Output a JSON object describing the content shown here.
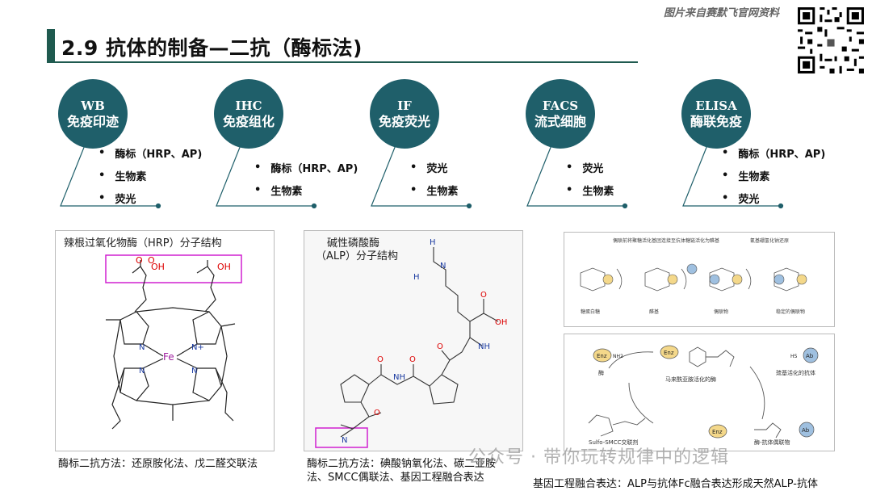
{
  "header": {
    "title": "2.9 抗体的制备—二抗（酶标法)",
    "watermark": "图片来自赛默飞官网资料"
  },
  "methods": [
    {
      "abbr": "WB",
      "name": "免疫印迹",
      "items": [
        "酶标（HRP、AP)",
        "生物素",
        "荧光"
      ]
    },
    {
      "abbr": "IHC",
      "name": "免疫组化",
      "items": [
        "酶标（HRP、AP)",
        "生物素"
      ]
    },
    {
      "abbr": "IF",
      "name": "免疫荧光",
      "items": [
        "荧光",
        "生物素"
      ]
    },
    {
      "abbr": "FACS",
      "name": "流式细胞",
      "items": [
        "荧光",
        "生物素"
      ]
    },
    {
      "abbr": "ELISA",
      "name": "酶联免疫",
      "items": [
        "酶标（HRP、AP)",
        "生物素",
        "荧光"
      ]
    }
  ],
  "panels": {
    "hrp": {
      "title": "辣根过氧化物酶（HRP）分子结构",
      "caption": "酶标二抗方法：还原胺化法、戊二醛交联法",
      "atoms": {
        "fe": "Fe",
        "n": "N",
        "oh": "OH",
        "o": "O",
        "nplus": "N+"
      }
    },
    "alp": {
      "title_line1": "碱性磷酸酶",
      "title_line2": "（ALP）分子结构",
      "caption_line1": "酶标二抗方法：碘酸钠氧化法、碳二亚胺",
      "caption_line2": "法、SMCC偶联法、基因工程融合表达",
      "atoms": {
        "h": "H",
        "n": "N",
        "o": "O",
        "oh": "OH",
        "nh": "NH"
      }
    },
    "fusion": {
      "caption": "基因工程融合表达：ALP与抗体Fc融合表达形成天然ALP-抗体",
      "top_labels": [
        "偶联前将聚糖活化基团连接至抗体",
        "糖链活化为醛基",
        "氰基硼氢化钠还原"
      ],
      "top_sub": [
        "糖蛋白糖",
        "醛基",
        "偶联物",
        "稳定的偶联物"
      ],
      "bottom_labels": {
        "enz": "Enz",
        "ab": "Ab",
        "hs": "HS",
        "nh2": "NH2",
        "enzyme": "酶",
        "activated": "马来酰亚胺活化的酶",
        "thiol": "巯基活化的抗体",
        "reagent": "Sulfo-SMCC交联剂",
        "conj": "酶-抗体偶联物"
      }
    }
  },
  "footer_watermark": "公众号 · 带你玩转规律中的逻辑",
  "colors": {
    "accent": "#1f5f6a",
    "title_bar": "#1f5a4f",
    "highlight": "#d020d0"
  }
}
